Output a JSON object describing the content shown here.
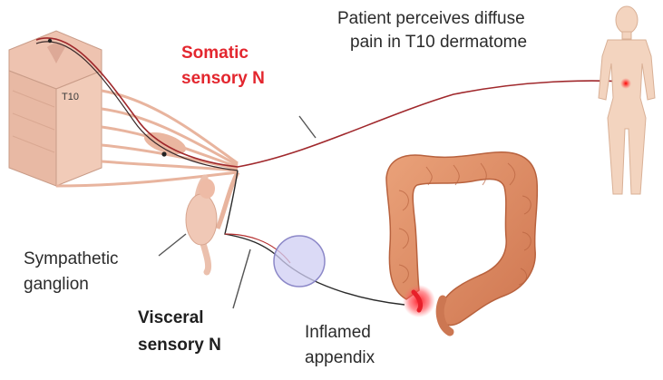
{
  "labels": {
    "patient_line1": "Patient perceives diffuse",
    "patient_line2": "pain in T10 dermatome",
    "somatic_line1": "Somatic",
    "somatic_line2": "sensory N",
    "spinal_level": "T10",
    "sympathetic_line1": "Sympathetic",
    "sympathetic_line2": "ganglion",
    "visceral_line1": "Visceral",
    "visceral_line2": "sensory N",
    "appendix_line1": "Inflamed",
    "appendix_line2": "appendix"
  },
  "colors": {
    "label_text": "#2b2b2b",
    "somatic_label": "#e3262e",
    "skin": "#f2d3bd",
    "colon": "#d9835a",
    "inflammation": "#e8202a",
    "ganglion_circle": "#c9c8f0"
  }
}
